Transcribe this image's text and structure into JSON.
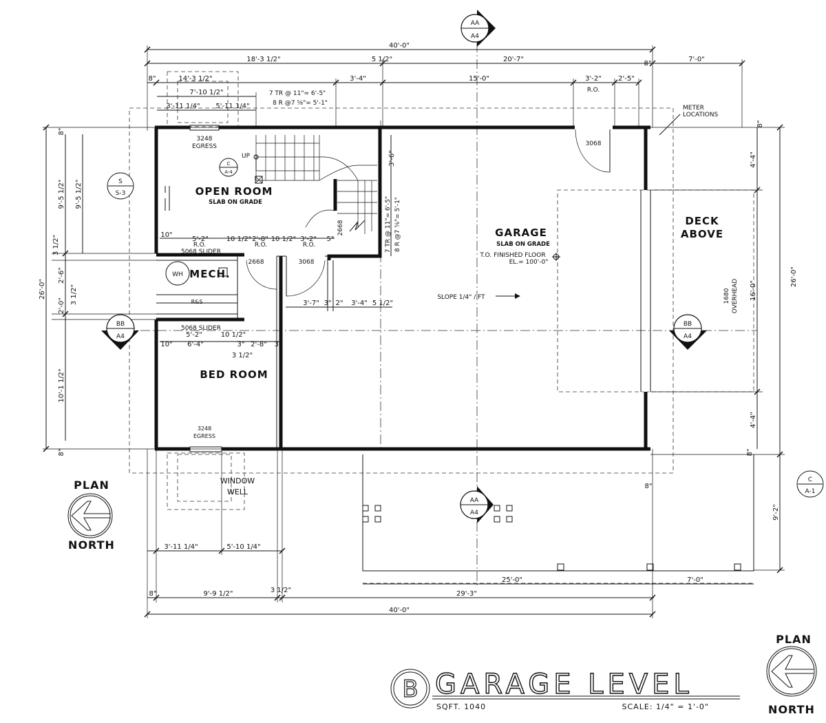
{
  "title_block": {
    "letter": "B",
    "title": "GARAGE LEVEL",
    "sqft": "SQFT. 1040",
    "scale": "SCALE: 1/4\" = 1'-0\""
  },
  "north_arrows": {
    "plan": "PLAN",
    "north": "NORTH"
  },
  "rooms": {
    "open_room": "OPEN ROOM",
    "open_room_sub": "SLAB ON GRADE",
    "garage": "GARAGE",
    "garage_sub": "SLAB ON GRADE",
    "floor_elev_1": "T.O. FINISHED FLOOR",
    "floor_elev_2": "EL.= 100'-0\"",
    "deck_1": "DECK",
    "deck_2": "ABOVE",
    "mech": "MECH.",
    "wh": "WH",
    "bed_room": "BED ROOM",
    "rs": "R&S"
  },
  "notes": {
    "egress_top_num": "3248",
    "egress_top": "EGRESS",
    "egress_bot_num": "3248",
    "egress_bot": "EGRESS",
    "up": "UP",
    "stair_1": "7 TR @ 11\"= 6'-5\"",
    "stair_2": "8 R @7 ⅝\"= 5'-1\"",
    "stair_v1": "7 TR @ 11\"= 6'-5\"",
    "stair_v2": "8 R @7 ⅝\"= 5'-1\"",
    "d2668v": "2668",
    "slider_top": "5068 SLIDER",
    "slider_bot": "5068 SLIDER",
    "ro1": "R.O.",
    "ro2": "R.O.",
    "ro3": "R.O.",
    "ro4": "R.O.",
    "d2668": "2668",
    "d3068a": "3068",
    "d3068b": "3068",
    "slope": "SLOPE 1/4\" / FT",
    "overhead_1": "1680",
    "overhead_2": "OVERHEAD",
    "meter_1": "METER",
    "meter_2": "LOCATIONS",
    "window_well_1": "WINDOW",
    "window_well_2": "WELL"
  },
  "section_tags": {
    "aa_top": "AA",
    "a4_top": "A4",
    "aa_mid": "AA",
    "a4_mid": "A4",
    "bb_left": "BB",
    "a4_left": "A4",
    "bb_right": "BB",
    "a4_right": "A4",
    "s": "S",
    "s3": "S-3",
    "c1": "C",
    "a4c": "A-4",
    "c2": "C",
    "a1": "A-1"
  },
  "dimensions": {
    "top_total": "40'-0\"",
    "top_a": "18'-3 1/2\"",
    "top_b": "5 1/2\"",
    "top_c": "20'-7\"",
    "top_d": "7'-0\"",
    "r2_a": "8\"",
    "r2_b": "14'-3 1/2\"",
    "r2_c": "3'-4\"",
    "r2_d": "15'-0\"",
    "r2_e": "3'-2\"",
    "r2_f": "2'-5\"",
    "r2_g": "8\"",
    "r3_a": "7'-10 1/2\"",
    "r4_a": "3'-11 1/4\"",
    "r4_b": "5'-11 1/4\"",
    "l_a": "9'-5 1/2\"",
    "l_b": "9'-5 1/2\"",
    "l_c": "3 1/2\"",
    "l_d": "2'-6\"",
    "l_e": "3 1/2\"",
    "l_f": "2'-0\"",
    "l_g": "10'-1 1/2\"",
    "l_total": "26'-0\"",
    "l_8a": "8\"",
    "l_8b": "8\"",
    "i_10a": "10\"",
    "i_52a": "5'-2\"",
    "i_10b": "10 1/2\"",
    "i_28a": "2'-8\"",
    "i_10c": "10 1/2\"",
    "i_32": "3'-2\"",
    "i_5": "5\"",
    "i_36": "3'-6\"",
    "i_37": "3'-7\"",
    "i_3": "3\"",
    "i_2": "2\"",
    "i_34": "3'-4\"",
    "i_5b": "5 1/2\"",
    "i_52b": "5'-2\"",
    "i_10d": "10 1/2\"",
    "i_10e": "10\"",
    "i_64": "6'-4\"",
    "i_3b": "3\"",
    "i_28b": "2'-8\"",
    "i_3c": "3\"",
    "i_312": "3 1/2\"",
    "r_44a": "4'-4\"",
    "r_16": "16'-0\"",
    "r_44b": "4'-4\"",
    "r_8a": "8\"",
    "r_8b": "8\"",
    "r_total": "26'-0\"",
    "r_92": "9'-2\"",
    "b_8": "8\"",
    "b_311": "3'-11 1/4\"",
    "b_510": "5'-10 1/4\"",
    "b_25": "25'-0\"",
    "b_70": "7'-0\"",
    "b_8b": "8\"",
    "b_99": "9'-9 1/2\"",
    "b_312": "3 1/2\"",
    "b_293": "29'-3\"",
    "b_total": "40'-0\""
  }
}
